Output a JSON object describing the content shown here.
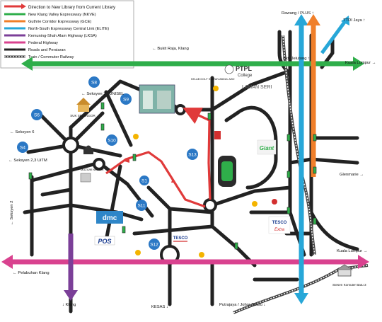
{
  "legend": {
    "items": [
      {
        "label": "Direction to New Library from Current Library",
        "color": "#e03a3a",
        "style": "arrow"
      },
      {
        "label": "New Klang Valley Expressway (NKVE)",
        "color": "#2fae4a",
        "style": "line"
      },
      {
        "label": "Guthrie Corridor Expressway (GCE)",
        "color": "#f07f2a",
        "style": "line"
      },
      {
        "label": "North-South Expressway Central Link (ELITE)",
        "color": "#27a7d8",
        "style": "line"
      },
      {
        "label": "Kemuning-Shah Alam Highway (LKSA)",
        "color": "#7b3f98",
        "style": "line"
      },
      {
        "label": "Federal Highway",
        "color": "#d9428f",
        "style": "line"
      },
      {
        "label": "Roads and Persiaran",
        "color": "#222222",
        "style": "line"
      },
      {
        "label": "Train / Commuter Railway",
        "color": "#555555",
        "style": "rail"
      }
    ]
  },
  "directions": {
    "bukit_raja": "← Bukit Raja, Klang",
    "rawang": "Rawang / PLUS ↑",
    "ttdi_jaya": "TTDI Jaya ↑",
    "bkt_jelutong": "Bkt. Jelutong ↑",
    "kuala_lumpur_top": "Kuala Lumpur →",
    "glenmarie": "Glenmarie →",
    "kuala_lumpur_bottom": "Kuala Lumpur →",
    "pelabuhan_klang": "← Pelabuhan Klang",
    "klang": "↓ Klang",
    "kesas": "KESAS ↓",
    "putrajaya": "Putrajaya / Johor Bharu ↓",
    "seksyen6_dir": "← Seksyen 6",
    "seksyen7_dir": "← Seksyen 7 , UNISEL",
    "seksyen23_dir": "← Seksyen 2,3 UiTM",
    "seksyen2_dir": "← Seksyen 2"
  },
  "sections": [
    "S6",
    "S4",
    "S8",
    "S9",
    "S10",
    "S11",
    "S12",
    "S13",
    "S1"
  ],
  "landmarks": {
    "ptpl": "PTPL",
    "ptpl_sub": "College",
    "laman_seri": "LAMAN SERI",
    "giant": "Giant",
    "tesco_top": "TESCO",
    "tesco_bottom": "TESCO",
    "tesco_extra": "Extra",
    "pos": "POS",
    "dmc": "dmc",
    "suk": "SUK SELANGOR",
    "muzium": "MUZIUM NEGERI",
    "sultan": "KELAB GOLF SULTAN ABDUL AZIZ",
    "stesen": "Stesen Komuter Batu 3"
  },
  "colors": {
    "route": "#e03a3a",
    "nkve": "#2fae4a",
    "gce": "#f07f2a",
    "elite": "#27a7d8",
    "lksa": "#7b3f98",
    "federal": "#d9428f",
    "road": "#222222"
  }
}
